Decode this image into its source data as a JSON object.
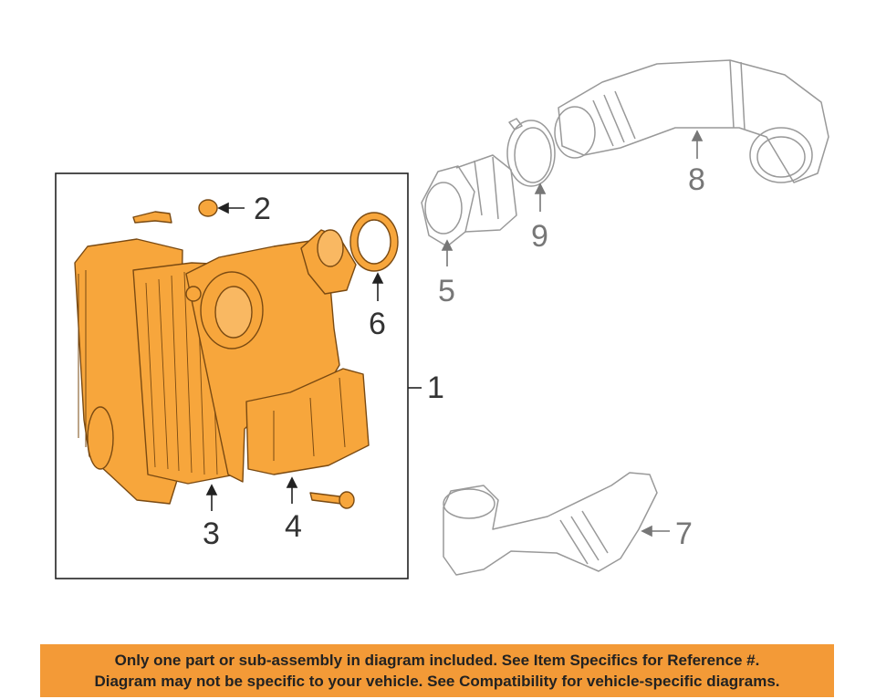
{
  "callouts": {
    "c1": "1",
    "c2": "2",
    "c3": "3",
    "c4": "4",
    "c5": "5",
    "c6": "6",
    "c7": "7",
    "c8": "8",
    "c9": "9"
  },
  "colors": {
    "part_fill": "#f7a63c",
    "part_stroke": "#7a4a12",
    "line_grey": "#999999",
    "banner_bg": "#f39a37"
  },
  "banner": {
    "line1": "Only one part or sub-assembly in diagram included. See Item Specifics for Reference #.",
    "line2": "Diagram may not be specific to your vehicle. See Compatibility for vehicle-specific diagrams."
  }
}
